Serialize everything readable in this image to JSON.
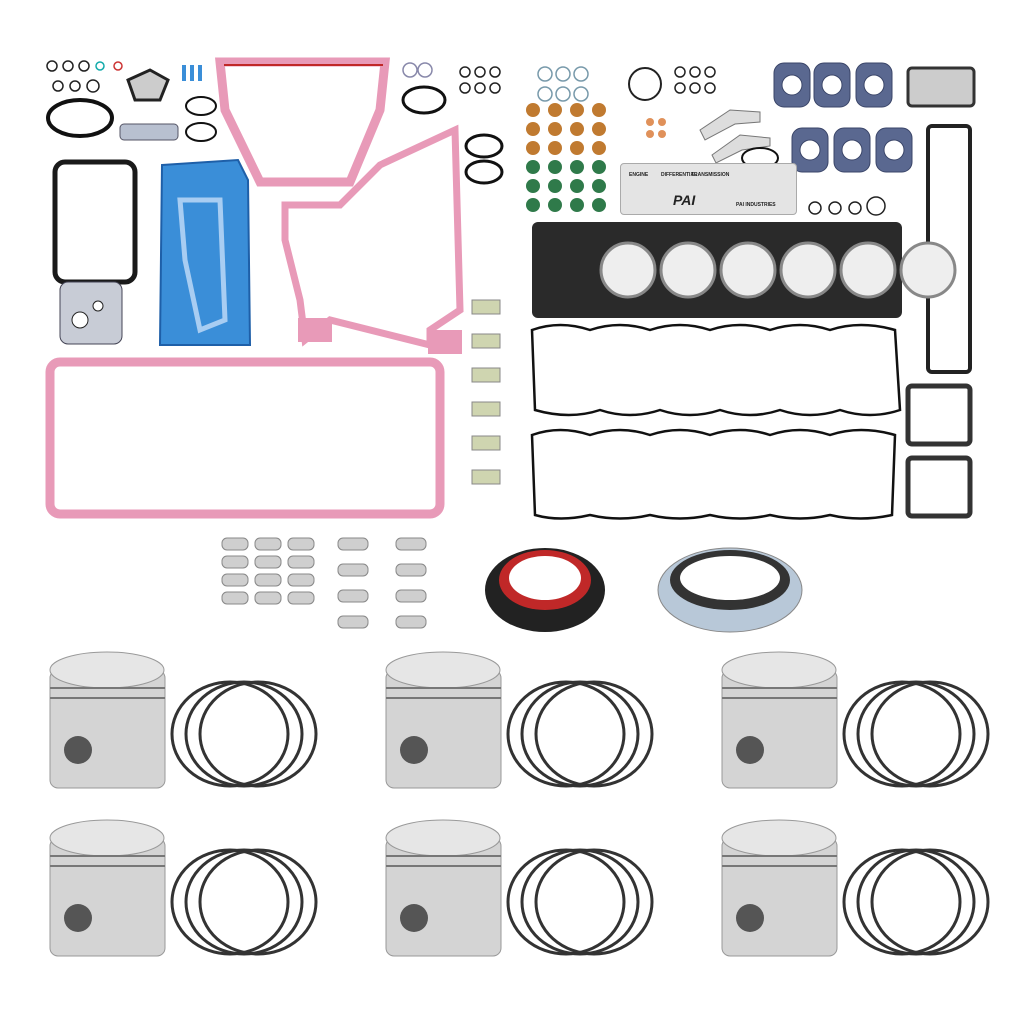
{
  "product": {
    "description_tag": {
      "headings": [
        "ENGINE",
        "DIFFERENTIAL",
        "TRANSMISSION"
      ],
      "brand": "PAI",
      "company": "PAI INDUSTRIES"
    }
  },
  "colors": {
    "pink_gasket": "#e89ab8",
    "blue_gasket": "#3a8ed8",
    "black_gasket": "#1a1a1a",
    "steel": "#c8c8c8",
    "purple_gasket": "#5a6890",
    "red_seal": "#c02828"
  }
}
